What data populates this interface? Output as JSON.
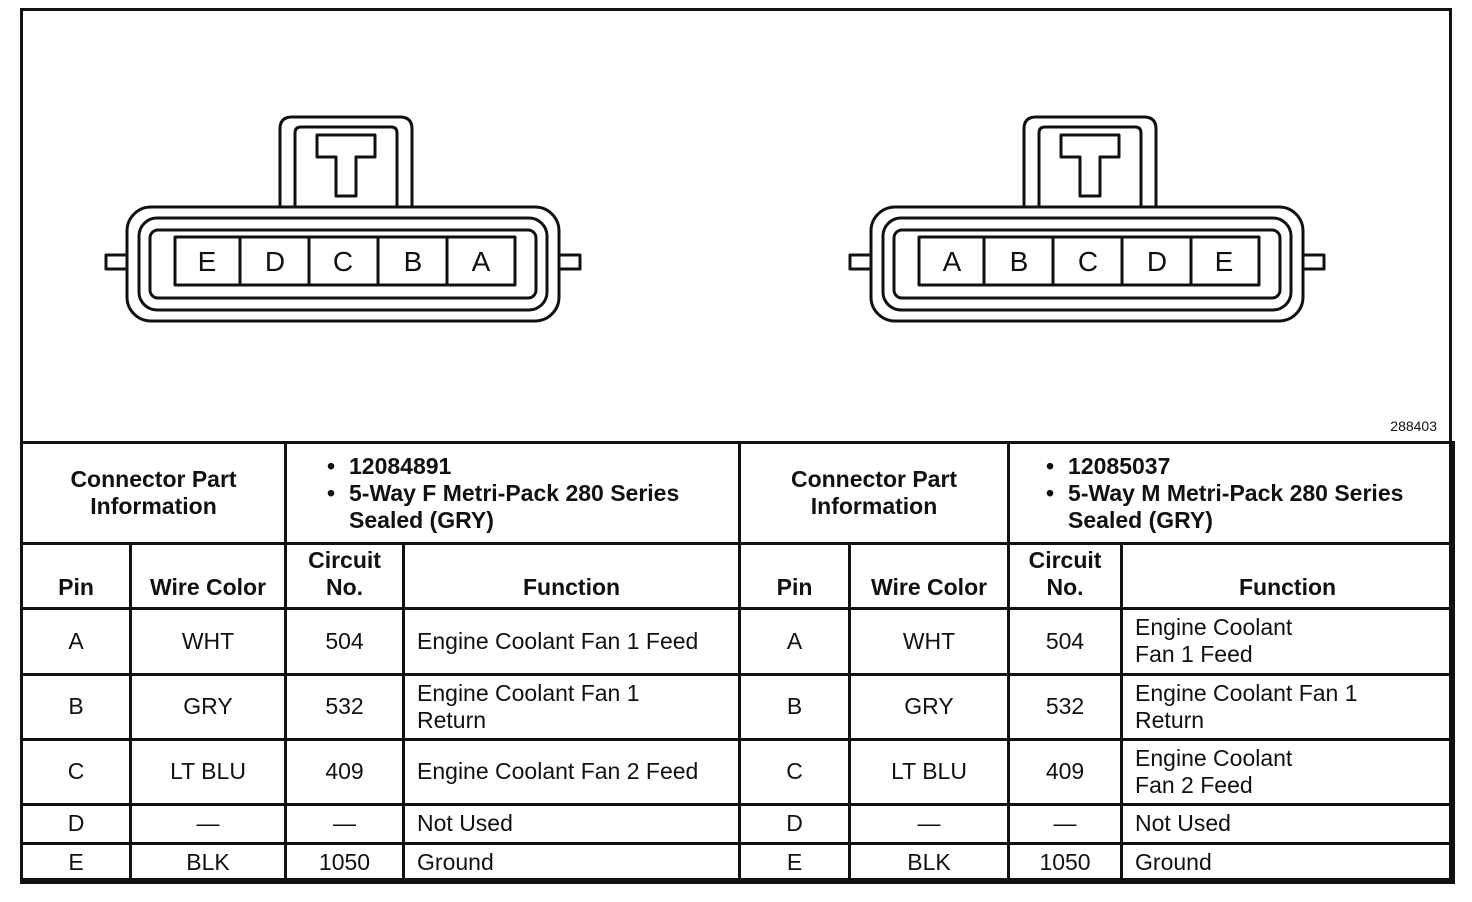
{
  "figure_id": "288403",
  "connector_left": {
    "cavities": [
      "E",
      "D",
      "C",
      "B",
      "A"
    ]
  },
  "connector_right": {
    "cavities": [
      "A",
      "B",
      "C",
      "D",
      "E"
    ]
  },
  "left": {
    "info_label": "Connector Part Information",
    "part_number": "12084891",
    "description": "5-Way F Metri-Pack 280 Series Sealed (GRY)"
  },
  "right": {
    "info_label": "Connector Part Information",
    "part_number": "12085037",
    "description": "5-Way M Metri-Pack 280 Series Sealed (GRY)"
  },
  "columns": {
    "pin": "Pin",
    "wire_color": "Wire Color",
    "circuit": "Circuit No.",
    "function": "Function"
  },
  "rows_left": [
    {
      "pin": "A",
      "color": "WHT",
      "circuit": "504",
      "function": "Engine Coolant Fan 1 Feed"
    },
    {
      "pin": "B",
      "color": "GRY",
      "circuit": "532",
      "function": "Engine Coolant Fan 1 Return"
    },
    {
      "pin": "C",
      "color": "LT BLU",
      "circuit": "409",
      "function": "Engine Coolant Fan 2 Feed"
    },
    {
      "pin": "D",
      "color": "—",
      "circuit": "—",
      "function": "Not Used"
    },
    {
      "pin": "E",
      "color": "BLK",
      "circuit": "1050",
      "function": "Ground"
    }
  ],
  "rows_right": [
    {
      "pin": "A",
      "color": "WHT",
      "circuit": "504",
      "function": "Engine Coolant Fan 1 Feed"
    },
    {
      "pin": "B",
      "color": "GRY",
      "circuit": "532",
      "function": "Engine Coolant Fan 1 Return"
    },
    {
      "pin": "C",
      "color": "LT BLU",
      "circuit": "409",
      "function": "Engine Coolant Fan 2 Feed"
    },
    {
      "pin": "D",
      "color": "—",
      "circuit": "—",
      "function": "Not Used"
    },
    {
      "pin": "E",
      "color": "BLK",
      "circuit": "1050",
      "function": "Ground"
    }
  ]
}
